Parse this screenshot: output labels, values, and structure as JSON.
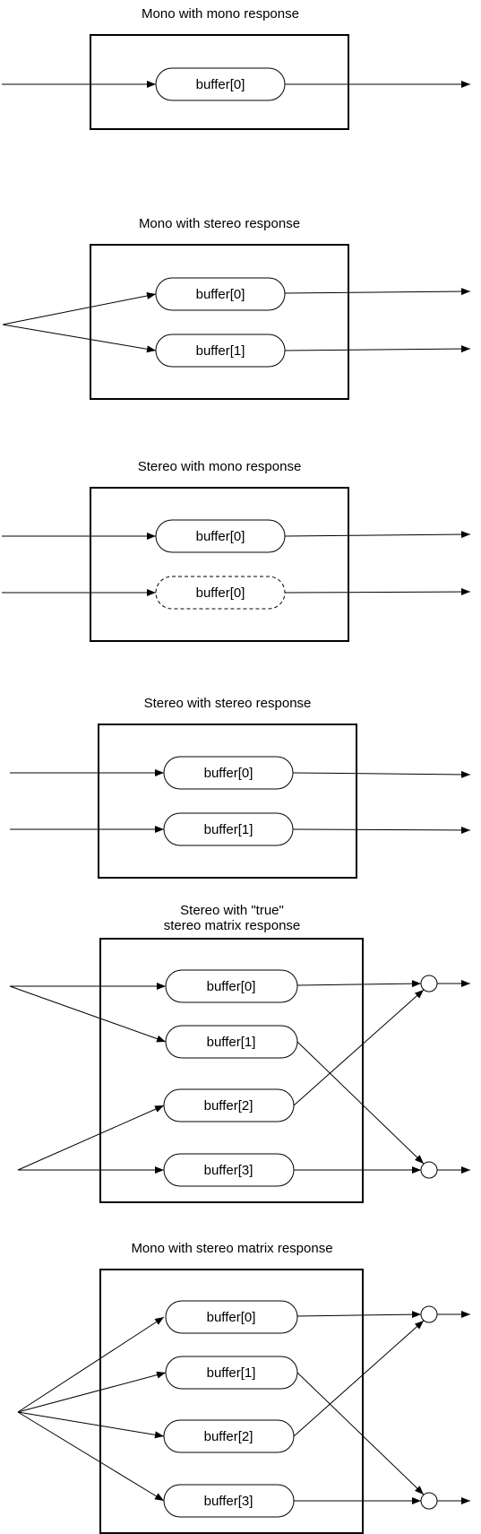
{
  "diagram": {
    "panels": [
      {
        "title_lines": [
          "Mono with mono response"
        ],
        "buffers": [
          {
            "label": "buffer[0]",
            "style": "solid"
          }
        ]
      },
      {
        "title_lines": [
          "Mono with stereo response"
        ],
        "buffers": [
          {
            "label": "buffer[0]",
            "style": "solid"
          },
          {
            "label": "buffer[1]",
            "style": "solid"
          }
        ]
      },
      {
        "title_lines": [
          "Stereo with mono response"
        ],
        "buffers": [
          {
            "label": "buffer[0]",
            "style": "solid"
          },
          {
            "label": "buffer[0]",
            "style": "dashed"
          }
        ]
      },
      {
        "title_lines": [
          "Stereo with stereo response"
        ],
        "buffers": [
          {
            "label": "buffer[0]",
            "style": "solid"
          },
          {
            "label": "buffer[1]",
            "style": "solid"
          }
        ]
      },
      {
        "title_lines": [
          "Stereo with \"true\"",
          "stereo matrix response"
        ],
        "buffers": [
          {
            "label": "buffer[0]",
            "style": "solid"
          },
          {
            "label": "buffer[1]",
            "style": "solid"
          },
          {
            "label": "buffer[2]",
            "style": "solid"
          },
          {
            "label": "buffer[3]",
            "style": "solid"
          }
        ]
      },
      {
        "title_lines": [
          "Mono with stereo matrix response"
        ],
        "buffers": [
          {
            "label": "buffer[0]",
            "style": "solid"
          },
          {
            "label": "buffer[1]",
            "style": "solid"
          },
          {
            "label": "buffer[2]",
            "style": "solid"
          },
          {
            "label": "buffer[3]",
            "style": "solid"
          }
        ]
      }
    ]
  }
}
